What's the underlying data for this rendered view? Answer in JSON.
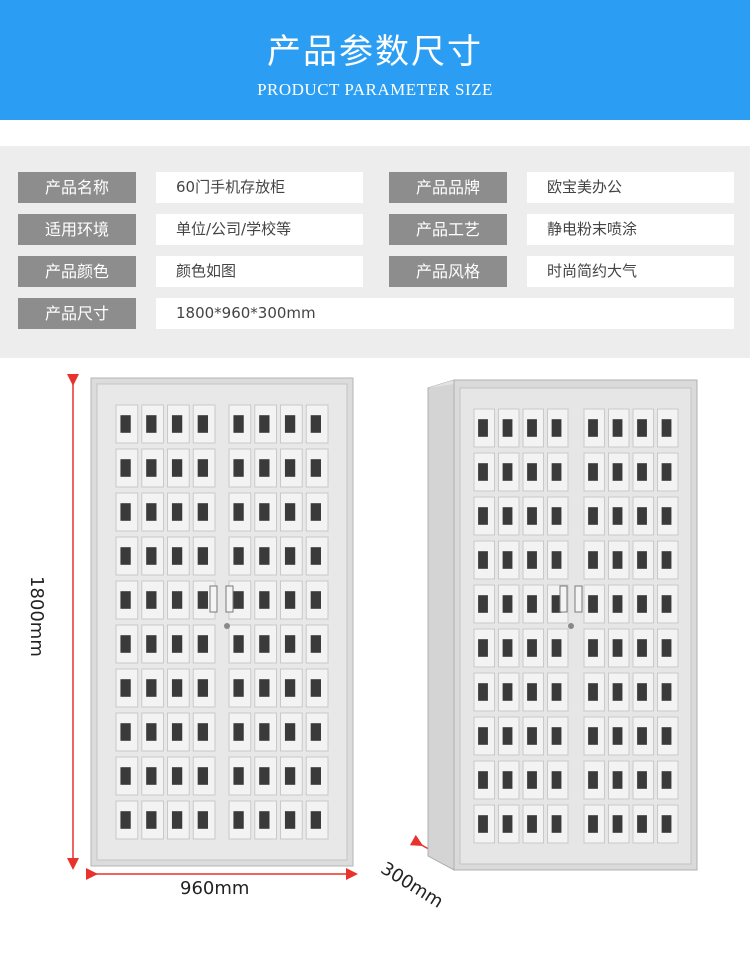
{
  "header": {
    "title": "产品参数尺寸",
    "subtitle": "PRODUCT PARAMETER SIZE"
  },
  "params": [
    {
      "label": "产品名称",
      "value": "60门手机存放柜"
    },
    {
      "label": "产品品牌",
      "value": "欧宝美办公"
    },
    {
      "label": "适用环境",
      "value": "单位/公司/学校等"
    },
    {
      "label": "产品工艺",
      "value": "静电粉末喷涂"
    },
    {
      "label": "产品颜色",
      "value": "颜色如图"
    },
    {
      "label": "产品风格",
      "value": "时尚简约大气"
    },
    {
      "label": "产品尺寸",
      "value": "1800*960*300mm"
    }
  ],
  "dimensions": {
    "height": "1800mm",
    "width": "960mm",
    "depth": "300mm"
  },
  "colors": {
    "banner": "#2b9ef3",
    "label_bg": "#8d8d8d",
    "param_bg": "#ededed",
    "dimension_line": "#e8322c"
  }
}
